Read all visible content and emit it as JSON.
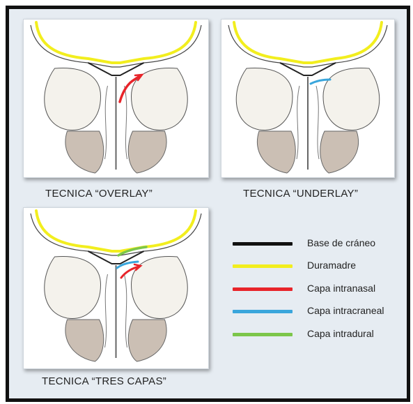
{
  "captions": {
    "overlay": "TECNICA “OVERLAY”",
    "underlay": "TECNICA “UNDERLAY”",
    "tres_capas": "TECNICA “TRES CAPAS”"
  },
  "legend": [
    {
      "label": "Base de cráneo",
      "color": "#111111"
    },
    {
      "label": "Duramadre",
      "color": "#f2ee1e"
    },
    {
      "label": "Capa intranasal",
      "color": "#e8242a"
    },
    {
      "label": "Capa intracraneal",
      "color": "#3aa6dc"
    },
    {
      "label": "Capa intradural",
      "color": "#7cc64a"
    }
  ],
  "colors": {
    "bone": "#f4f2ec",
    "soft_tissue": "#cbbfb4",
    "background": "#e6ecf2"
  }
}
